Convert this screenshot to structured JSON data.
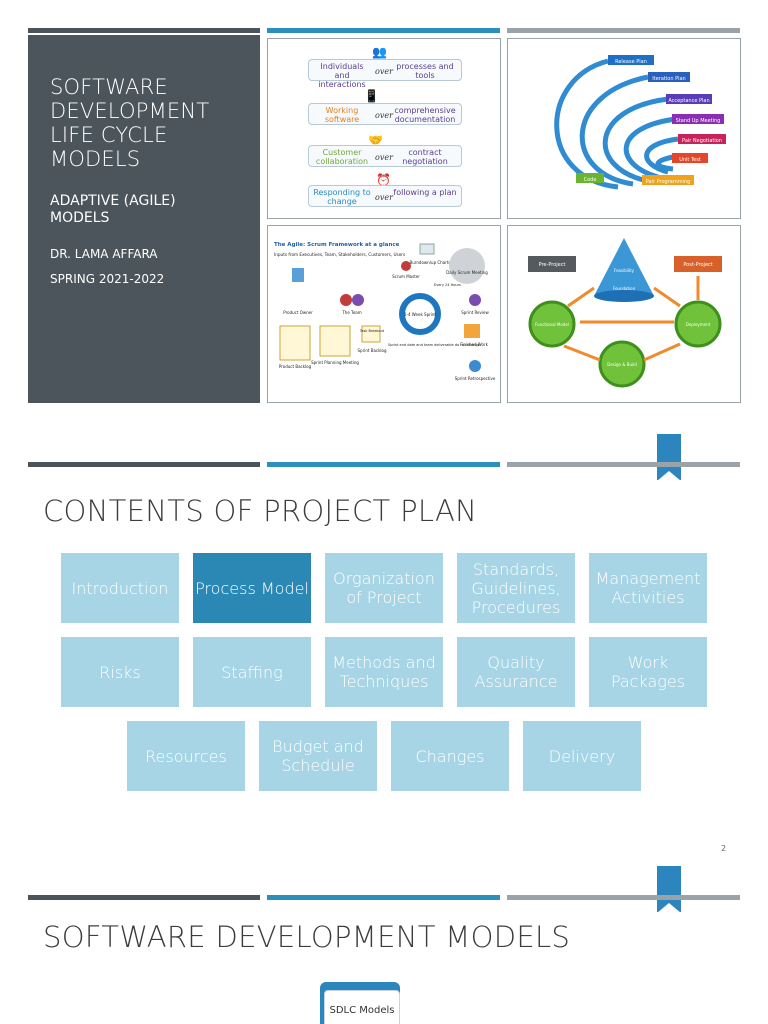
{
  "slide1": {
    "title_lines": [
      "SOFTWARE",
      "DEVELOPMENT",
      "LIFE CYCLE",
      "MODELS"
    ],
    "subtitle_lines": [
      "ADAPTIVE (AGILE)",
      "MODELS"
    ],
    "author": "DR. LAMA AFFARA",
    "term": "SPRING 2021-2022",
    "manifesto": [
      {
        "left": "Individuals and interactions",
        "over": "over",
        "right": "processes and tools"
      },
      {
        "left": "Working software",
        "over": "over",
        "right": "comprehensive documentation"
      },
      {
        "left": "Customer collaboration",
        "over": "over",
        "right": "contract negotiation"
      },
      {
        "left": "Responding to change",
        "over": "over",
        "right": "following a plan"
      }
    ],
    "xp_steps": [
      "Release Plan",
      "Iteration Plan",
      "Acceptance Plan",
      "Stand Up Meeting",
      "Pair Negotiation",
      "Unit Test",
      "Pair Programming",
      "Code"
    ],
    "scrum": {
      "title": "The Agile: Scrum Framework at a glance",
      "inputs": "Inputs from Executives, Team, Stakeholders, Customers, Users",
      "labels": [
        "Product Owner",
        "The Team",
        "Scrum Master",
        "Burndown/up Charts",
        "Daily Scrum Meeting",
        "Every 24 Hours",
        "1-4 Week Sprint",
        "Sprint Review",
        "Product Backlog",
        "Sprint Planning Meeting",
        "Sprint Backlog",
        "Task Breakout",
        "Sprint end date and team deliverable do not change",
        "Finished Work",
        "Sprint Retrospective"
      ]
    },
    "cycle": {
      "labels": [
        "Pre-Project",
        "Post-Project",
        "Feasibility",
        "Foundation",
        "Functional Model",
        "Deployment",
        "Design & Build"
      ]
    },
    "colors": {
      "panel_dark": "#4b555b",
      "accent": "#2e8fbf"
    }
  },
  "slide2": {
    "title": "CONTENTS OF PROJECT PLAN",
    "tiles_row1": [
      "Introduction",
      "Process Model",
      "Organization of Project",
      "Standards, Guidelines, Procedures",
      "Management Activities"
    ],
    "tiles_row2": [
      "Risks",
      "Staffing",
      "Methods and Techniques",
      "Quality Assurance",
      "Work Packages"
    ],
    "tiles_row3": [
      "Resources",
      "Budget and Schedule",
      "Changes",
      "Delivery"
    ],
    "active": "Process Model",
    "page": "2",
    "colors": {
      "tile": "#a8d5e6",
      "tile_active": "#2b88b5"
    }
  },
  "slide3": {
    "title": "SOFTWARE DEVELOPMENT MODELS",
    "box": "SDLC Models"
  }
}
